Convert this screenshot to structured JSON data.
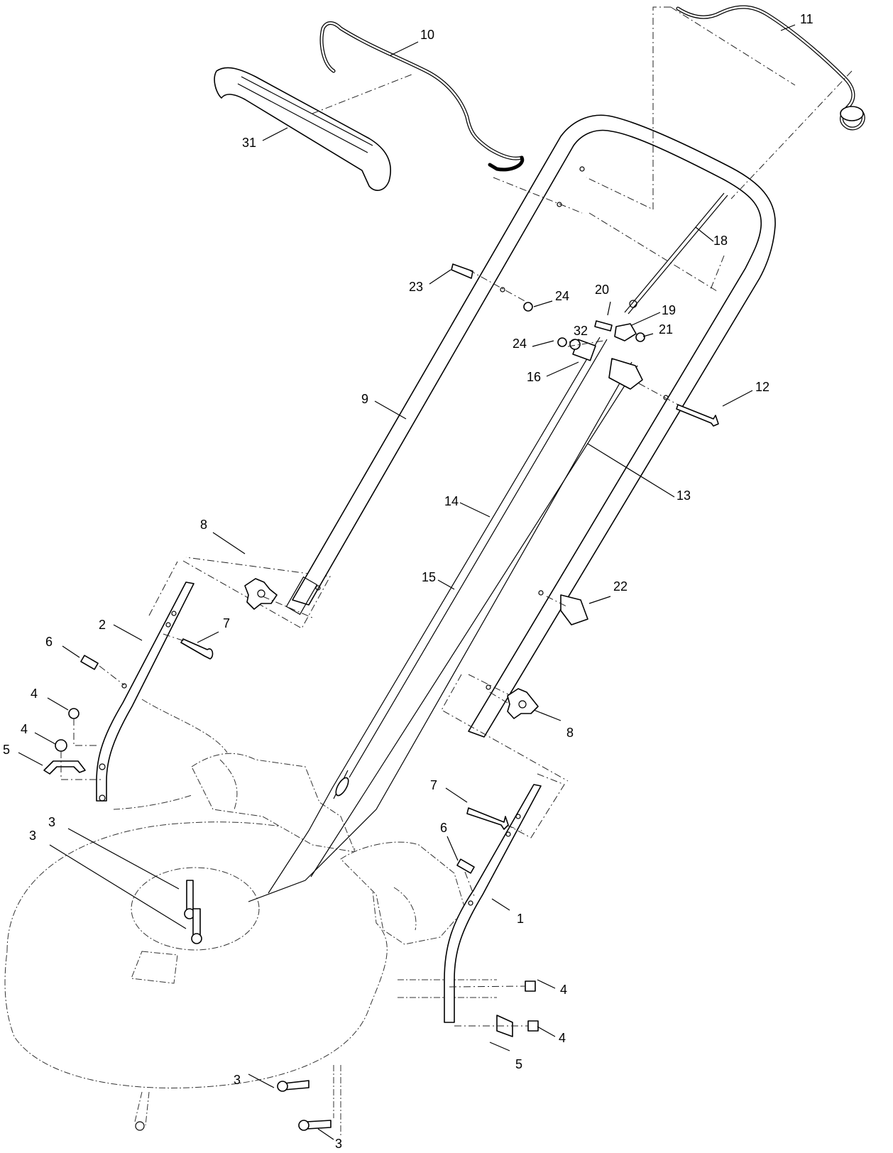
{
  "diagram": {
    "callouts": [
      "1",
      "2",
      "3",
      "4",
      "5",
      "6",
      "7",
      "8",
      "9",
      "10",
      "11",
      "12",
      "13",
      "14",
      "15",
      "16",
      "18",
      "19",
      "20",
      "21",
      "22",
      "23",
      "24",
      "31",
      "32"
    ]
  }
}
